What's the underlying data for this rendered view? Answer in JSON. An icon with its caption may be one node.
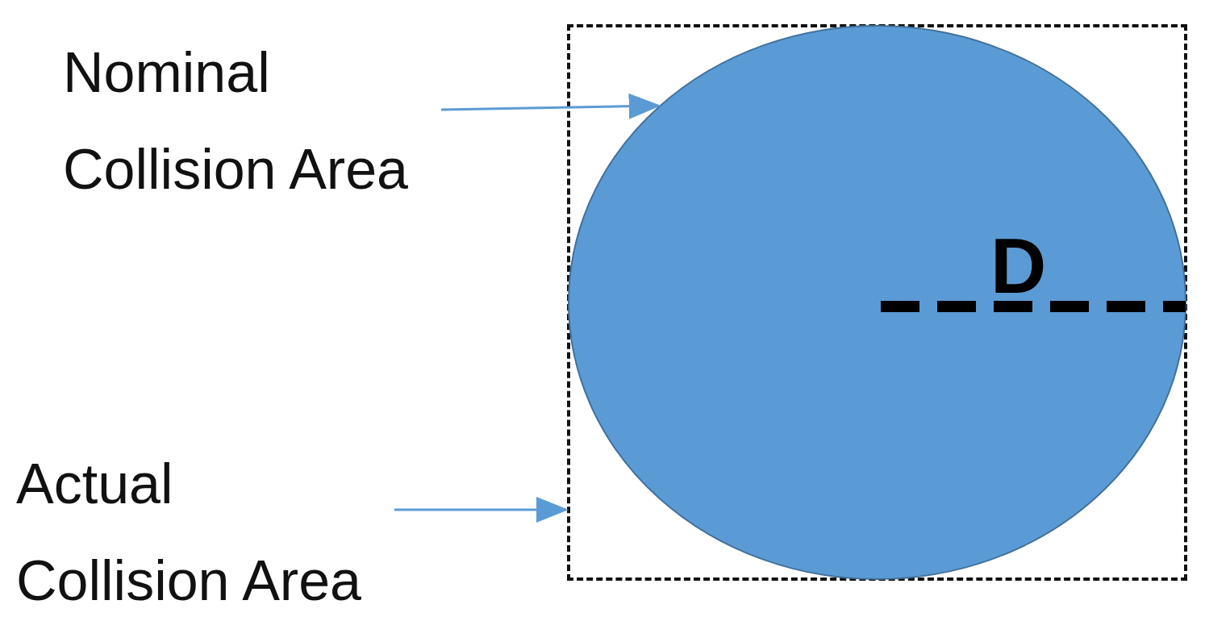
{
  "diagram": {
    "nodes": [
      {
        "text": [
          "Nominal Collision Area"
        ]
      },
      {
        "text": [],
        "shape": "box"
      },
      {
        "text": [],
        "shape": "circle",
        "in": 1
      },
      {
        "text": [
          "Actual Collision Area"
        ]
      }
    ],
    "edges": [
      {
        "from": 0,
        "to": 2,
        "arrow": "to"
      },
      {
        "from": 3,
        "to": 1,
        "arrow": "to"
      }
    ],
    "labels": [
      "D"
    ]
  }
}
